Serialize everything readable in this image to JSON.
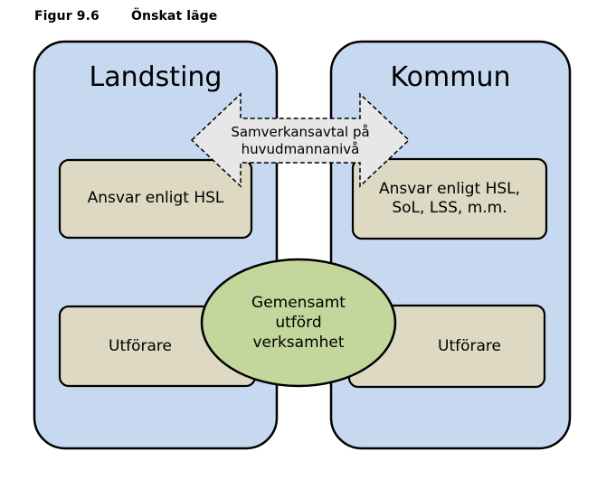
{
  "figure": {
    "number": "Figur 9.6",
    "title": "Önskat läge"
  },
  "left_panel": {
    "title": "Landsting",
    "responsibility": "Ansvar enligt HSL",
    "provider": "Utförare"
  },
  "right_panel": {
    "title": "Kommun",
    "responsibility_line1": "Ansvar enligt HSL,",
    "responsibility_line2": "SoL, LSS, m.m.",
    "provider": "Utförare"
  },
  "arrow": {
    "line1": "Samverkansavtal på",
    "line2": "huvudmannanivå"
  },
  "shared": {
    "line1": "Gemensamt",
    "line2": "utförd",
    "line3": "verksamhet"
  },
  "colors": {
    "panel_fill": "#c6d9f1",
    "box_fill": "#ddd9c3",
    "ellipse_fill": "#c3d69b",
    "arrow_fill": "#e7e7e7",
    "outline": "#000000"
  }
}
